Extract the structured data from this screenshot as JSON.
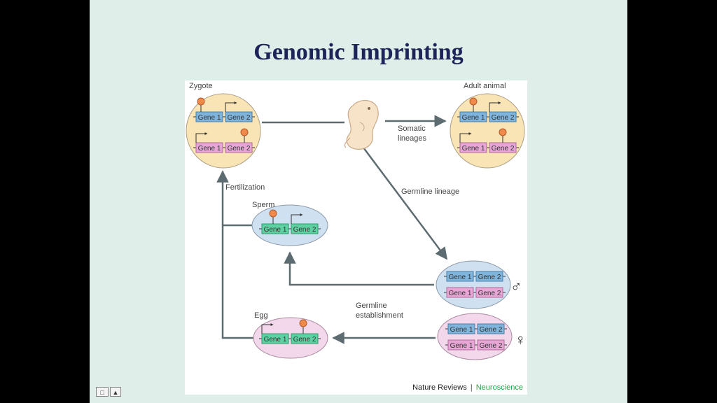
{
  "slide": {
    "title": "Genomic Imprinting"
  },
  "diagram": {
    "labels": {
      "zygote": "Zygote",
      "adult_animal": "Adult animal",
      "somatic_lineages_line1": "Somatic",
      "somatic_lineages_line2": "lineages",
      "germline_lineage": "Germline lineage",
      "fertilization": "Fertilization",
      "sperm": "Sperm",
      "egg": "Egg",
      "germline_establishment_line1": "Germline",
      "germline_establishment_line2": "establishment",
      "gene1": "Gene 1",
      "gene2": "Gene 2",
      "male_symbol": "♂",
      "female_symbol": "♀"
    },
    "credit": {
      "publisher": "Nature Reviews",
      "separator": "|",
      "journal": "Neuroscience"
    },
    "colors": {
      "zygote_fill": "#f8e4b4",
      "sperm_fill": "#cfe0f0",
      "egg_fill": "#f2d8ea",
      "male_cell_fill": "#cfe0f0",
      "female_cell_fill": "#f2d8ea",
      "paternal_gene": "#7fb5dc",
      "maternal_gene": "#e7a6d6",
      "gamete_gene": "#5ed1a2",
      "methyl_mark": "#f08a4b",
      "arrow": "#5d6c70"
    }
  },
  "player": {
    "button1_icon": "display-icon",
    "button2_label": "▲"
  }
}
